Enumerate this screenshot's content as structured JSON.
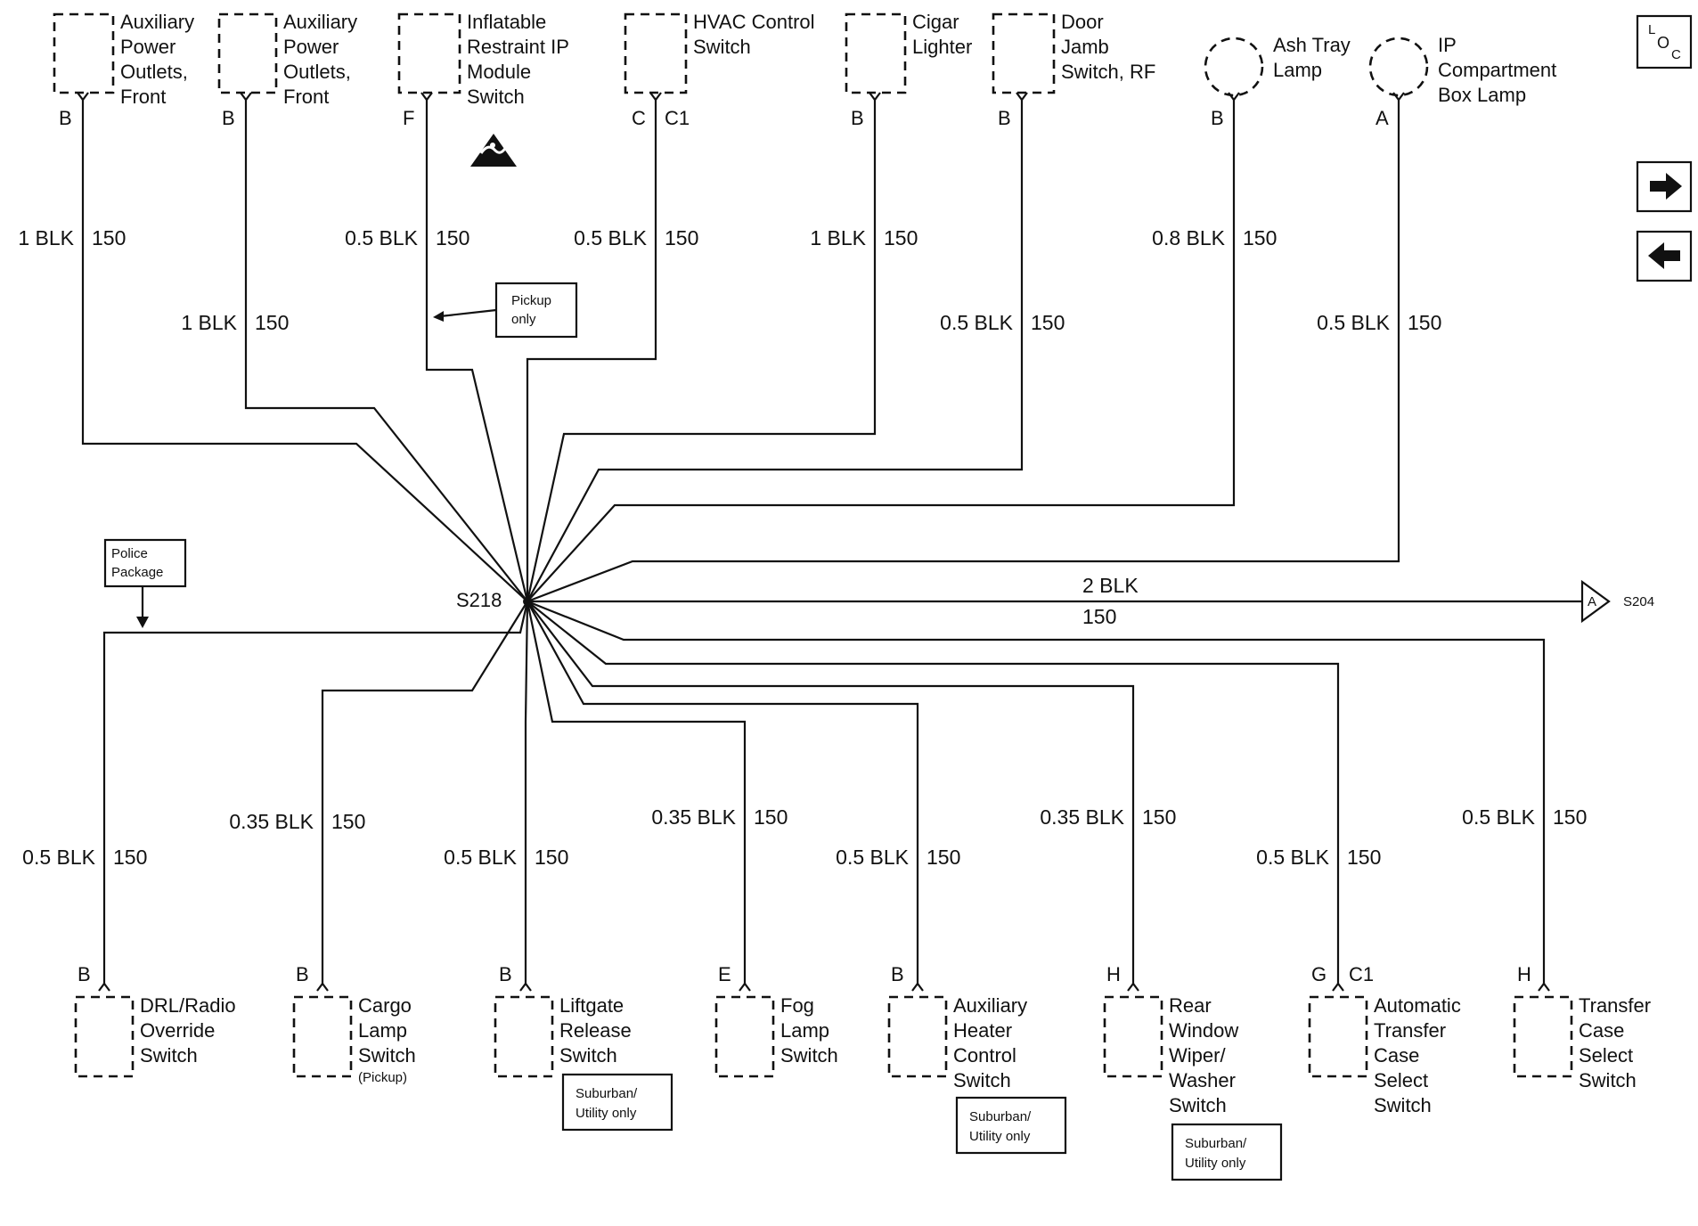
{
  "splice": {
    "label": "S218"
  },
  "top_components": [
    {
      "id": "aux1",
      "lines": [
        "Auxiliary",
        "Power",
        "Outlets,",
        "Front"
      ],
      "pin": "B",
      "pin2": "",
      "wire_size": "1 BLK",
      "circuit": "150",
      "shape": "rect"
    },
    {
      "id": "aux2",
      "lines": [
        "Auxiliary",
        "Power",
        "Outlets,",
        "Front"
      ],
      "pin": "B",
      "pin2": "",
      "wire_size": "1 BLK",
      "circuit": "150",
      "shape": "rect"
    },
    {
      "id": "irip",
      "lines": [
        "Inflatable",
        "Restraint IP",
        "Module",
        "Switch"
      ],
      "pin": "F",
      "pin2": "",
      "wire_size": "0.5 BLK",
      "circuit": "150",
      "shape": "rect"
    },
    {
      "id": "hvac",
      "lines": [
        "HVAC Control",
        "Switch"
      ],
      "pin": "C",
      "pin2": "C1",
      "wire_size": "0.5 BLK",
      "circuit": "150",
      "shape": "rect"
    },
    {
      "id": "cigar",
      "lines": [
        "Cigar",
        "Lighter"
      ],
      "pin": "B",
      "pin2": "",
      "wire_size": "1 BLK",
      "circuit": "150",
      "shape": "rect"
    },
    {
      "id": "door",
      "lines": [
        "Door",
        "Jamb",
        "Switch, RF"
      ],
      "pin": "B",
      "pin2": "",
      "wire_size": "0.5 BLK",
      "circuit": "150",
      "shape": "rect"
    },
    {
      "id": "ash",
      "lines": [
        "Ash Tray",
        "Lamp"
      ],
      "pin": "B",
      "pin2": "",
      "wire_size": "0.8 BLK",
      "circuit": "150",
      "shape": "circle"
    },
    {
      "id": "ipbox",
      "lines": [
        "IP",
        "Compartment",
        "Box Lamp"
      ],
      "pin": "A",
      "pin2": "",
      "wire_size": "0.5 BLK",
      "circuit": "150",
      "shape": "circle"
    }
  ],
  "bottom_components": [
    {
      "id": "drl",
      "lines": [
        "DRL/Radio",
        "Override",
        "Switch"
      ],
      "pin": "B",
      "pin2": "",
      "wire_size": "0.5 BLK",
      "circuit": "150",
      "sub": "",
      "note": ""
    },
    {
      "id": "cargo",
      "lines": [
        "Cargo",
        "Lamp",
        "Switch"
      ],
      "pin": "B",
      "pin2": "",
      "wire_size": "0.35 BLK",
      "circuit": "150",
      "sub": "(Pickup)",
      "note": ""
    },
    {
      "id": "liftgate",
      "lines": [
        "Liftgate",
        "Release",
        "Switch"
      ],
      "pin": "B",
      "pin2": "",
      "wire_size": "0.5 BLK",
      "circuit": "150",
      "sub": "",
      "note": "Suburban/ Utility only"
    },
    {
      "id": "fog",
      "lines": [
        "Fog",
        "Lamp",
        "Switch"
      ],
      "pin": "E",
      "pin2": "",
      "wire_size": "0.35 BLK",
      "circuit": "150",
      "sub": "",
      "note": ""
    },
    {
      "id": "auxheat",
      "lines": [
        "Auxiliary",
        "Heater",
        "Control",
        "Switch"
      ],
      "pin": "B",
      "pin2": "",
      "wire_size": "0.5 BLK",
      "circuit": "150",
      "sub": "",
      "note": "Suburban/ Utility only"
    },
    {
      "id": "rearwiper",
      "lines": [
        "Rear",
        "Window",
        "Wiper/",
        "Washer",
        "Switch"
      ],
      "pin": "H",
      "pin2": "",
      "wire_size": "0.35 BLK",
      "circuit": "150",
      "sub": "",
      "note": "Suburban/ Utility only"
    },
    {
      "id": "atcase",
      "lines": [
        "Automatic",
        "Transfer",
        "Case",
        "Select",
        "Switch"
      ],
      "pin": "G",
      "pin2": "C1",
      "wire_size": "0.5 BLK",
      "circuit": "150",
      "sub": "",
      "note": ""
    },
    {
      "id": "tcase",
      "lines": [
        "Transfer",
        "Case",
        "Select",
        "Switch"
      ],
      "pin": "H",
      "pin2": "",
      "wire_size": "0.5 BLK",
      "circuit": "150",
      "sub": "",
      "note": ""
    }
  ],
  "callouts": {
    "pickup_only": [
      "Pickup",
      "only"
    ],
    "police_package": [
      "Police",
      "Package"
    ]
  },
  "output": {
    "wire_size": "2 BLK",
    "circuit": "150",
    "pin": "A",
    "dest": "S204"
  },
  "nav": {
    "loc_icon": "loc-icon",
    "loc_letters": [
      "L",
      "O",
      "C"
    ],
    "forward_icon": "arrow-right-icon",
    "back_icon": "arrow-left-icon"
  }
}
